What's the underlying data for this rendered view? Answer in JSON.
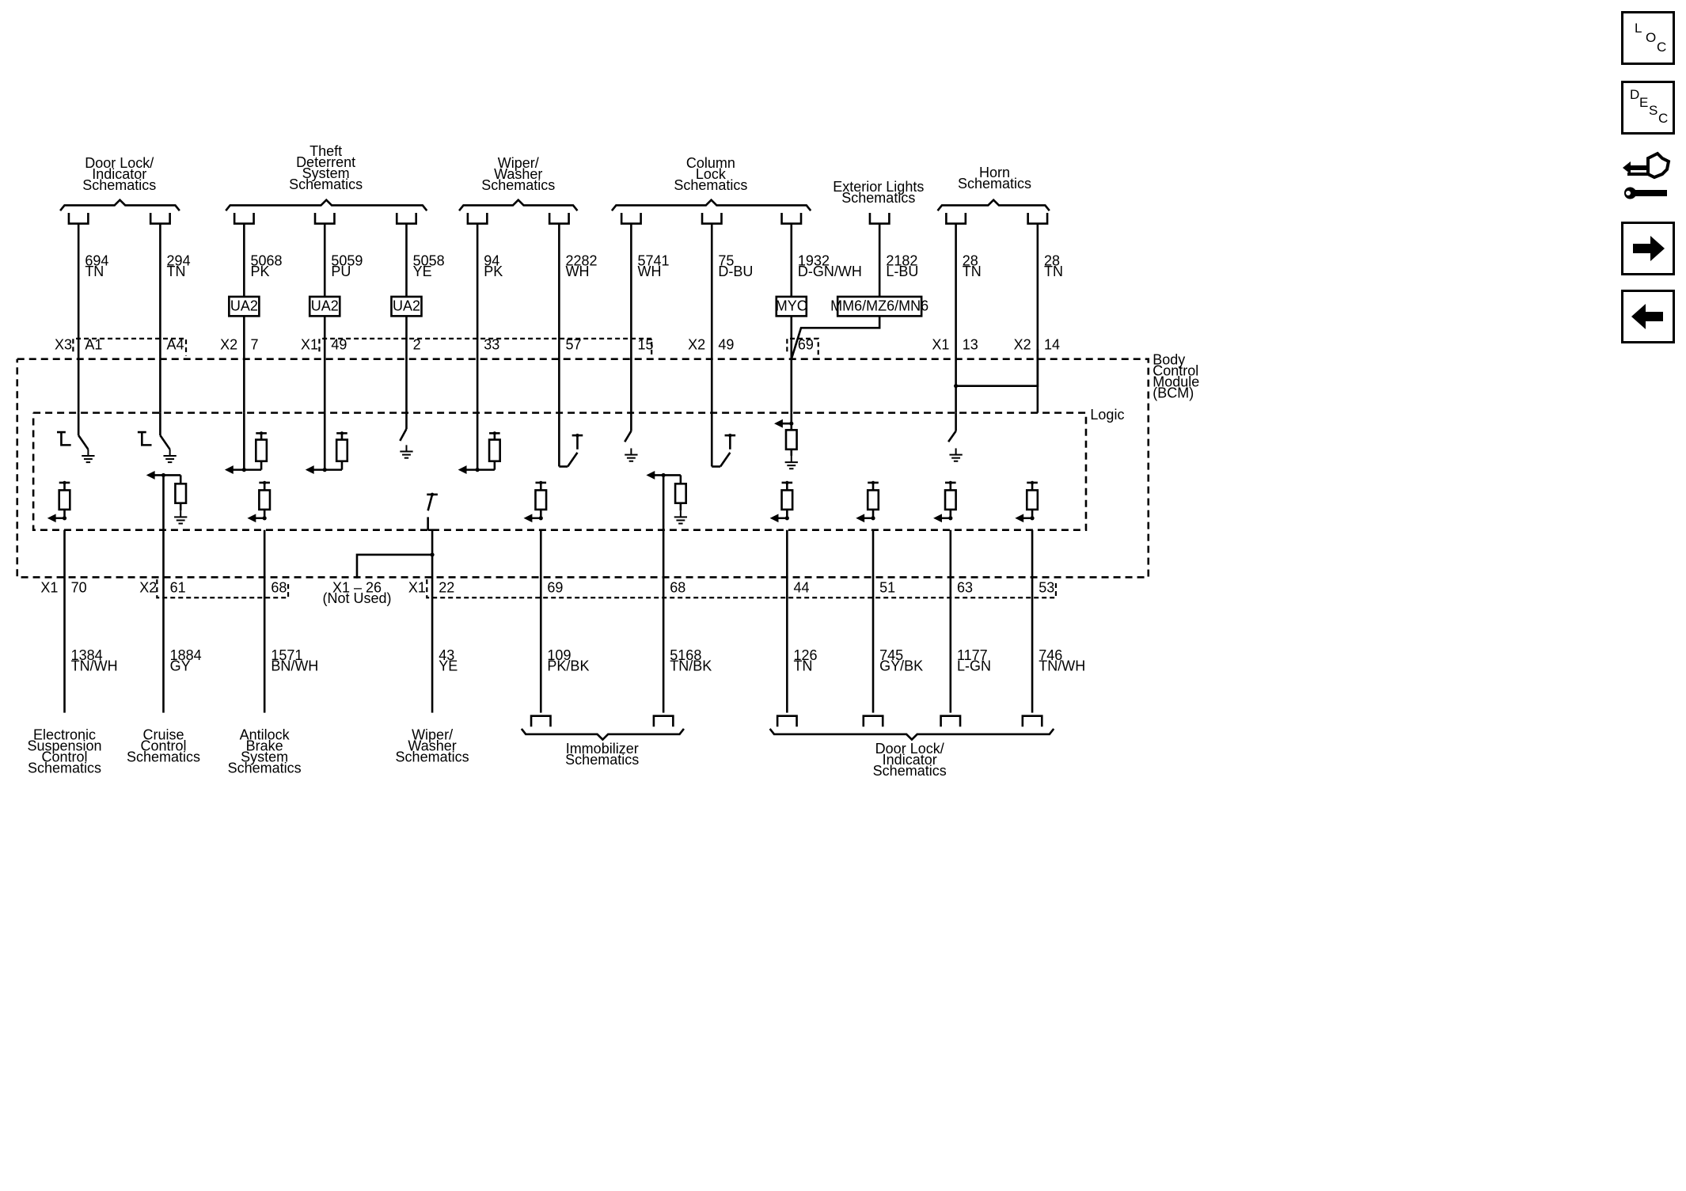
{
  "nav": {
    "loc": [
      "L",
      "O",
      "C"
    ],
    "desc": [
      "D",
      "E",
      "S",
      "C"
    ],
    "tools_icon": "connector-tools-icon",
    "next_icon": "arrow-right-icon",
    "prev_icon": "arrow-left-icon"
  },
  "module": {
    "name": [
      "Body",
      "Control",
      "Module",
      "(BCM)"
    ],
    "logic_label": "Logic"
  },
  "top_groups": [
    {
      "lines": [
        "Door Lock/",
        "Indicator",
        "Schematics"
      ]
    },
    {
      "lines": [
        "Theft",
        "Deterrent",
        "System",
        "Schematics"
      ]
    },
    {
      "lines": [
        "Wiper/",
        "Washer",
        "Schematics"
      ]
    },
    {
      "lines": [
        "Column",
        "Lock",
        "Schematics"
      ]
    },
    {
      "lines": [
        "Exterior Lights",
        "Schematics"
      ]
    },
    {
      "lines": [
        "Horn",
        "Schematics"
      ]
    }
  ],
  "top_wires": [
    {
      "circuit": "694",
      "color": "TN",
      "connector": "X3",
      "pin": "A1"
    },
    {
      "circuit": "294",
      "color": "TN",
      "connector": "",
      "pin": "A4"
    },
    {
      "circuit": "5068",
      "color": "PK",
      "connector": "X2",
      "pin": "7",
      "option": "UA2"
    },
    {
      "circuit": "5059",
      "color": "PU",
      "connector": "X1",
      "pin": "49",
      "option": "UA2"
    },
    {
      "circuit": "5058",
      "color": "YE",
      "connector": "",
      "pin": "2",
      "option": "UA2"
    },
    {
      "circuit": "94",
      "color": "PK",
      "connector": "",
      "pin": "33"
    },
    {
      "circuit": "2282",
      "color": "WH",
      "connector": "",
      "pin": "57"
    },
    {
      "circuit": "5741",
      "color": "WH",
      "connector": "",
      "pin": "15"
    },
    {
      "circuit": "75",
      "color": "D-BU",
      "connector": "X2",
      "pin": "49"
    },
    {
      "circuit": "1932",
      "color": "D-GN/WH",
      "connector": "",
      "pin": "69",
      "option": "MYC"
    },
    {
      "circuit": "2182",
      "color": "L-BU",
      "connector": "",
      "pin": "",
      "option": "MM6/MZ6/MN6"
    },
    {
      "circuit": "28",
      "color": "TN",
      "connector": "X1",
      "pin": "13"
    },
    {
      "circuit": "28",
      "color": "TN",
      "connector": "X2",
      "pin": "14"
    }
  ],
  "bottom_wires": [
    {
      "circuit": "1384",
      "color": "TN/WH",
      "connector": "X1",
      "pin": "70"
    },
    {
      "circuit": "1884",
      "color": "GY",
      "connector": "X2",
      "pin": "61"
    },
    {
      "circuit": "1571",
      "color": "BN/WH",
      "connector": "",
      "pin": "68"
    },
    {
      "circuit": "43",
      "color": "YE",
      "connector": "X1",
      "pin": "22"
    },
    {
      "circuit": "109",
      "color": "PK/BK",
      "connector": "",
      "pin": "69"
    },
    {
      "circuit": "5168",
      "color": "TN/BK",
      "connector": "",
      "pin": "68"
    },
    {
      "circuit": "126",
      "color": "TN",
      "connector": "",
      "pin": "44"
    },
    {
      "circuit": "745",
      "color": "GY/BK",
      "connector": "",
      "pin": "51"
    },
    {
      "circuit": "1177",
      "color": "L-GN",
      "connector": "",
      "pin": "63"
    },
    {
      "circuit": "746",
      "color": "TN/WH",
      "connector": "",
      "pin": "53"
    }
  ],
  "not_used": {
    "pin": "X1 – 26",
    "note": "(Not Used)"
  },
  "bottom_groups": [
    {
      "lines": [
        "Electronic",
        "Suspension",
        "Control",
        "Schematics"
      ]
    },
    {
      "lines": [
        "Cruise",
        "Control",
        "Schematics"
      ]
    },
    {
      "lines": [
        "Antilock",
        "Brake",
        "System",
        "Schematics"
      ]
    },
    {
      "lines": [
        "Wiper/",
        "Washer",
        "Schematics"
      ]
    },
    {
      "lines": [
        "Immobilizer",
        "Schematics"
      ]
    },
    {
      "lines": [
        "Door Lock/",
        "Indicator",
        "Schematics"
      ]
    }
  ]
}
